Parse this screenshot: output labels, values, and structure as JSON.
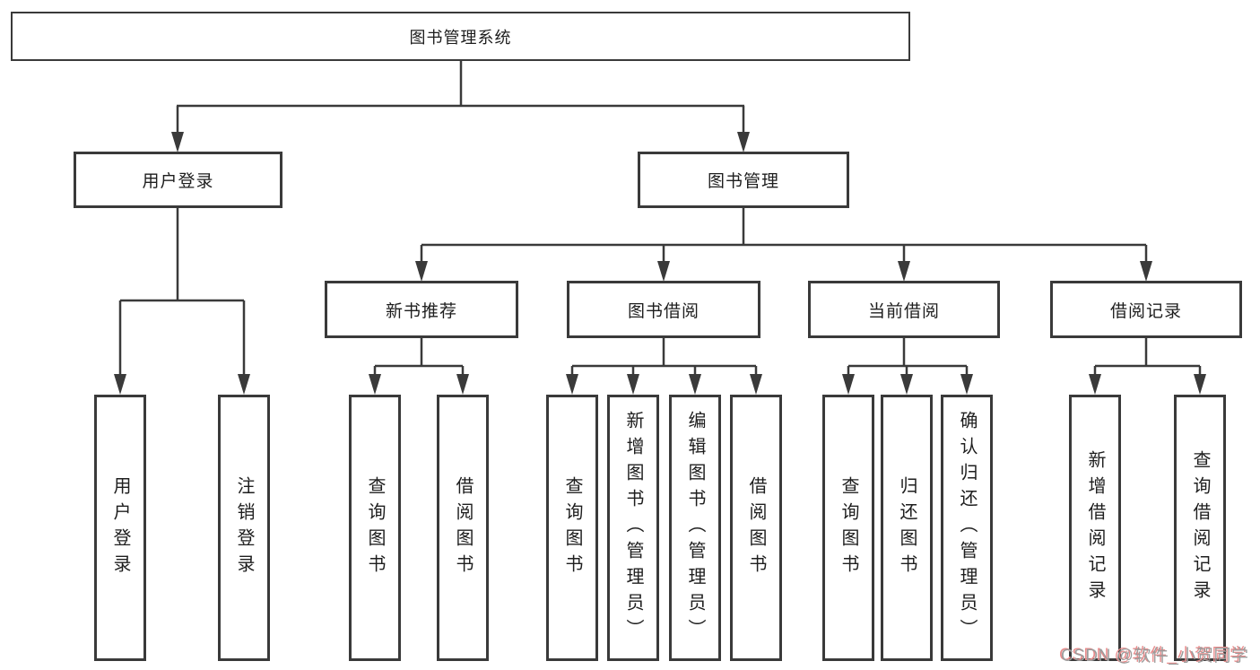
{
  "diagram_type": "tree",
  "tree": {
    "root": {
      "label": "图书管理系统",
      "children": [
        {
          "label": "用户登录",
          "children": [
            {
              "label": "用户登录"
            },
            {
              "label": "注销登录"
            }
          ]
        },
        {
          "label": "图书管理",
          "children": [
            {
              "label": "新书推荐",
              "children": [
                {
                  "label": "查询图书"
                },
                {
                  "label": "借阅图书"
                }
              ]
            },
            {
              "label": "图书借阅",
              "children": [
                {
                  "label": "查询图书"
                },
                {
                  "label": "新增图书（管理员）"
                },
                {
                  "label": "编辑图书（管理员）"
                },
                {
                  "label": "借阅图书"
                }
              ]
            },
            {
              "label": "当前借阅",
              "children": [
                {
                  "label": "查询图书"
                },
                {
                  "label": "归还图书"
                },
                {
                  "label": "确认归还（管理员）"
                }
              ]
            },
            {
              "label": "借阅记录",
              "children": [
                {
                  "label": "新增借阅记录"
                },
                {
                  "label": "查询借阅记录"
                }
              ]
            }
          ]
        }
      ]
    }
  },
  "watermark": {
    "text": "CSDN @软件_小贺同学"
  },
  "colors": {
    "line": "#3a3a3a",
    "text": "#1e1e1e",
    "background": "#ffffff",
    "watermark": "#9c9c9c",
    "watermark_shadow": "#e98b8b"
  }
}
